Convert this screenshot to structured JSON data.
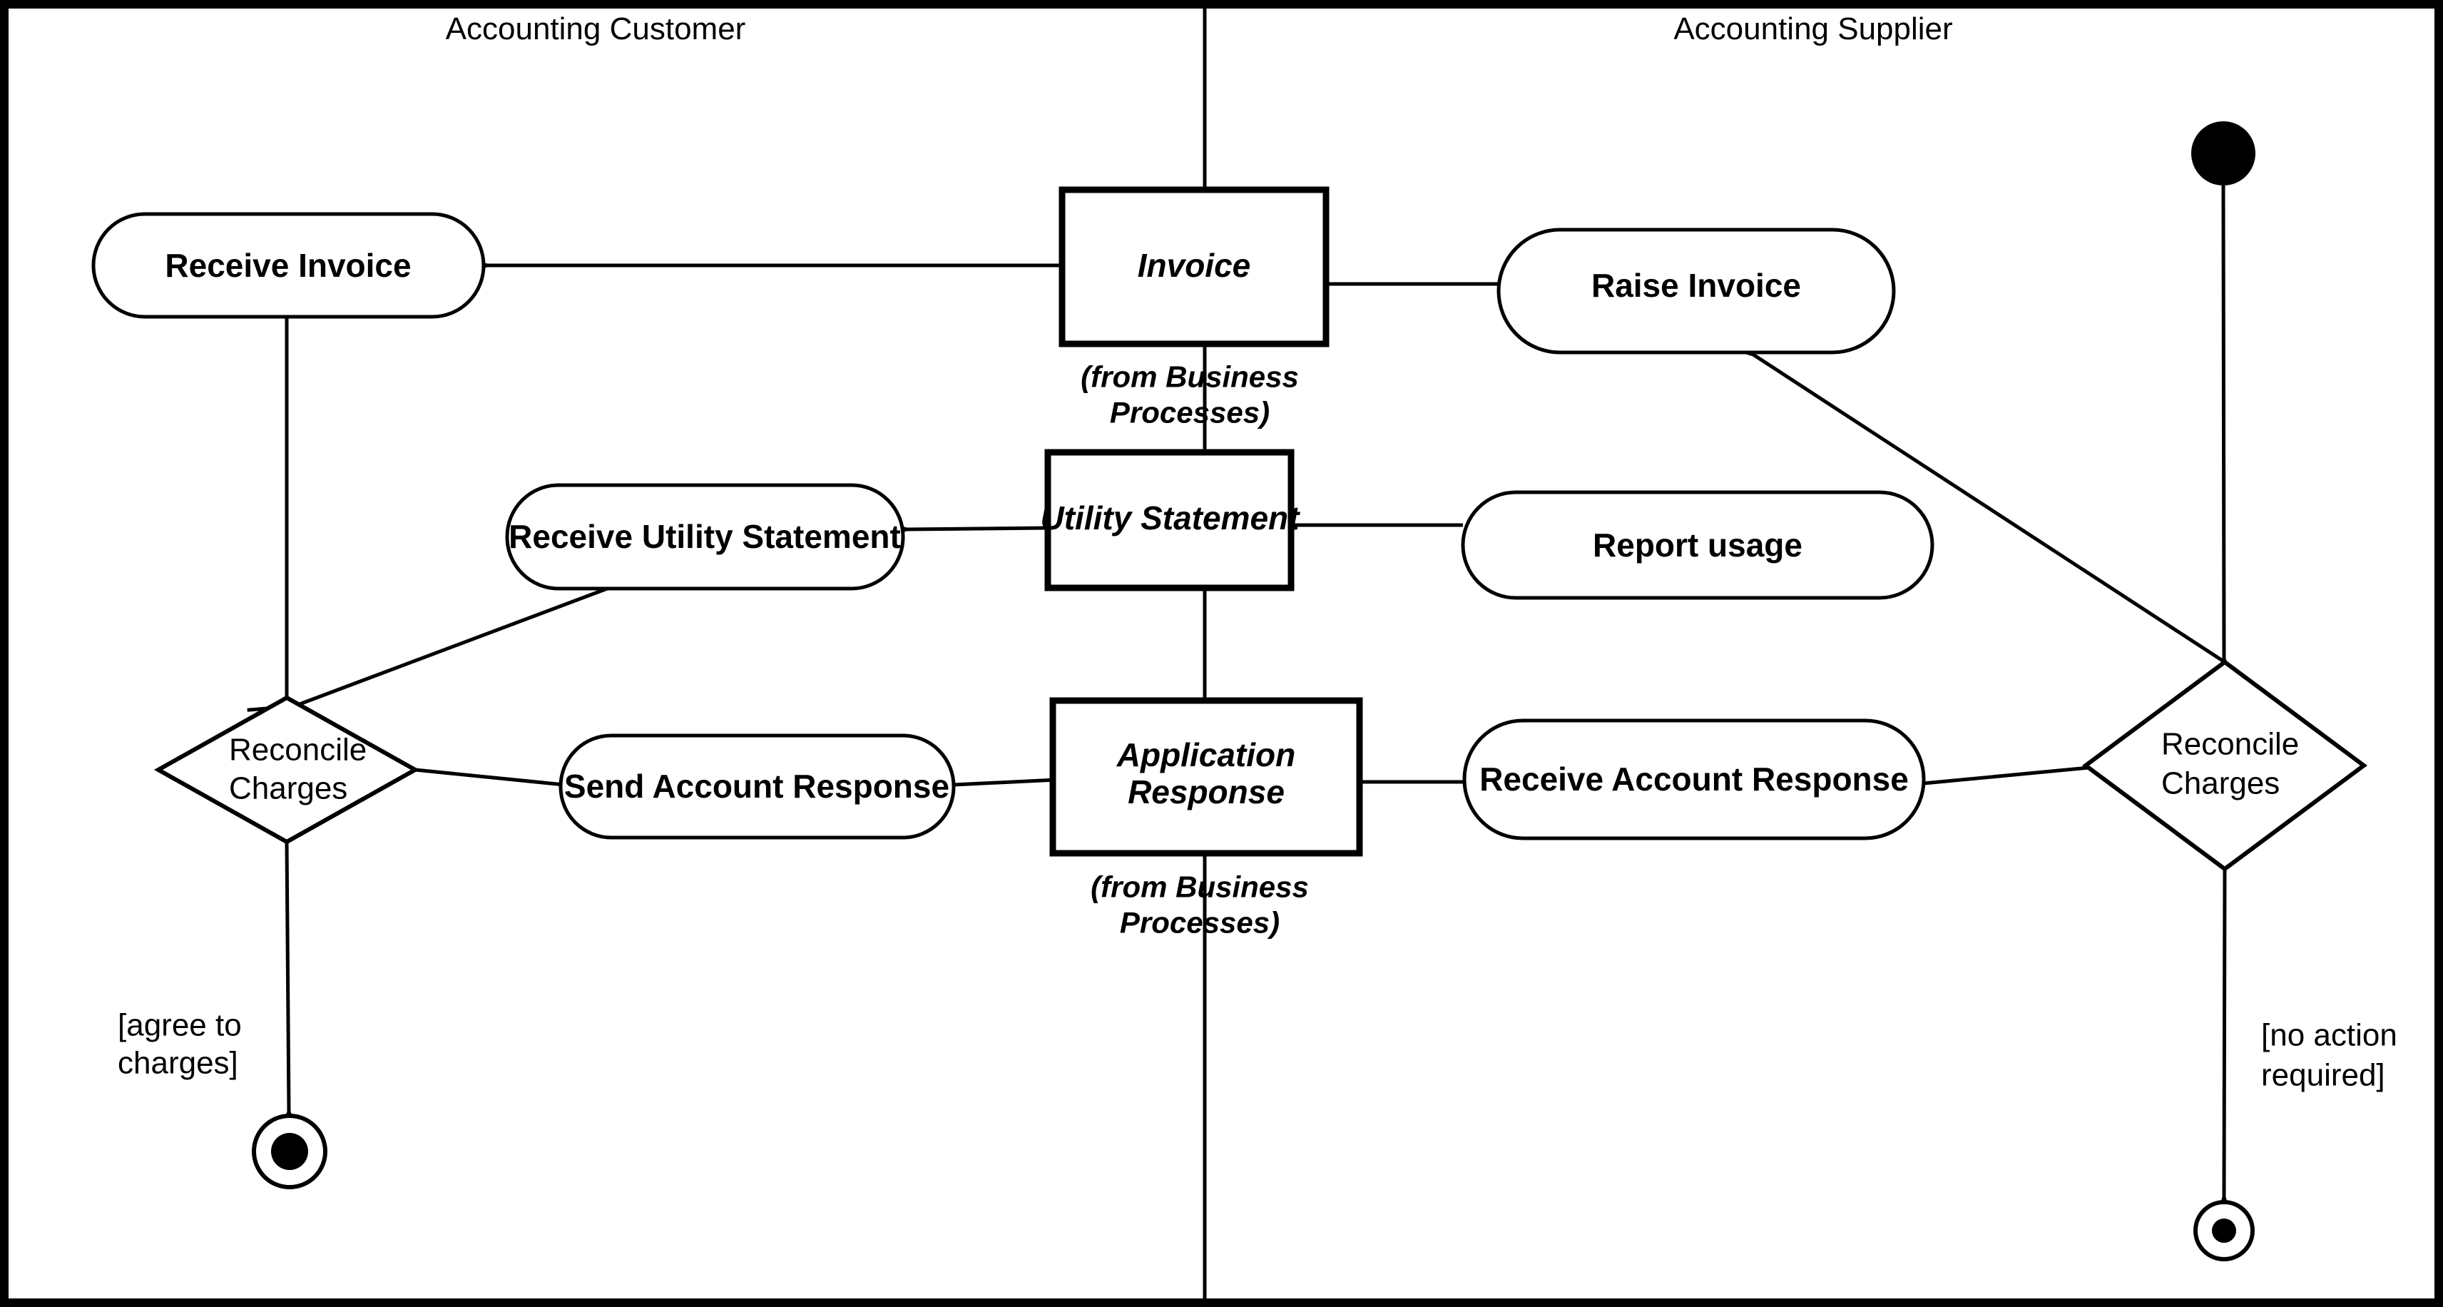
{
  "diagram": {
    "type": "uml-activity-diagram-with-swimlanes",
    "lanes": {
      "customer": "Accounting Customer",
      "supplier": "Accounting Supplier"
    },
    "actions": {
      "receive_invoice": "Receive Invoice",
      "raise_invoice": "Raise Invoice",
      "receive_utility_statement": "Receive Utility Statement",
      "report_usage": "Report usage",
      "send_account_response": "Send Account Response",
      "receive_account_response": "Receive Account Response"
    },
    "objects": {
      "invoice": "Invoice",
      "utility_statement": "Utility Statement",
      "application_response": {
        "line1": "Application",
        "line2": "Response"
      },
      "origin_note": {
        "line1": "(from Business",
        "line2": "Processes)"
      }
    },
    "decisions": {
      "reconcile_charges": {
        "line1": "Reconcile",
        "line2": "Charges"
      }
    },
    "guards": {
      "agree": {
        "line1": "[agree to",
        "line2": "charges]"
      },
      "no_action": {
        "line1": "[no action",
        "line2": "required]"
      }
    },
    "colors": {
      "ink": "#000000",
      "paper": "#ffffff"
    }
  }
}
